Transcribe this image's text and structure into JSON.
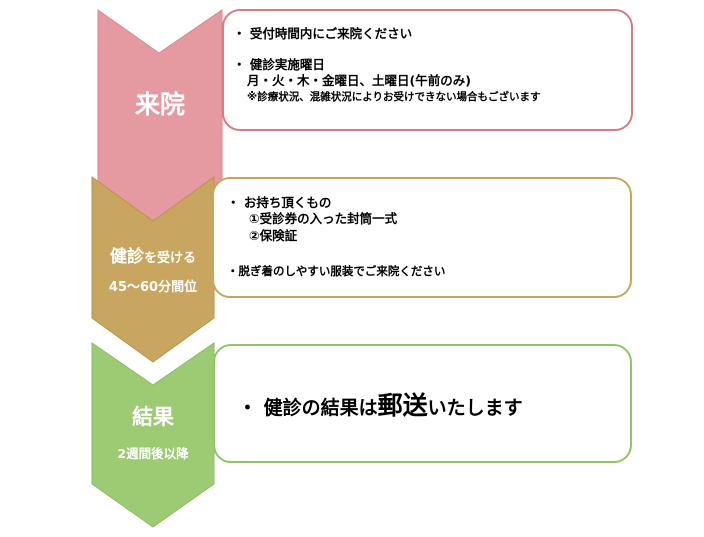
{
  "steps": [
    {
      "id": "visit",
      "label_main": "来院",
      "lines": [
        "・ 受付時間内にご来院ください",
        "・ 健診実施曜日",
        "月・火・木・金曜日、土曜日(午前のみ)",
        "※診療状況、混雑状況によりお受けできない場合もございます"
      ],
      "color": "#e49aa0",
      "border": "#d97b84"
    },
    {
      "id": "exam",
      "label_main": "健診を受ける",
      "label_sub": "45～60分間位",
      "lines": [
        "・ お持ち頂くもの",
        "①受診券の入った封筒一式",
        "②保険証",
        "・脱ぎ着のしやすい服装でご来院ください"
      ],
      "color": "#c9a660",
      "border": "#c8a55c"
    },
    {
      "id": "result",
      "label_main": "結果",
      "label_sub": "2週間後以降",
      "lines": [
        "・ 健診の結果は",
        "郵送",
        "いたします"
      ],
      "color": "#9ccb73",
      "border": "#8fc564"
    }
  ]
}
